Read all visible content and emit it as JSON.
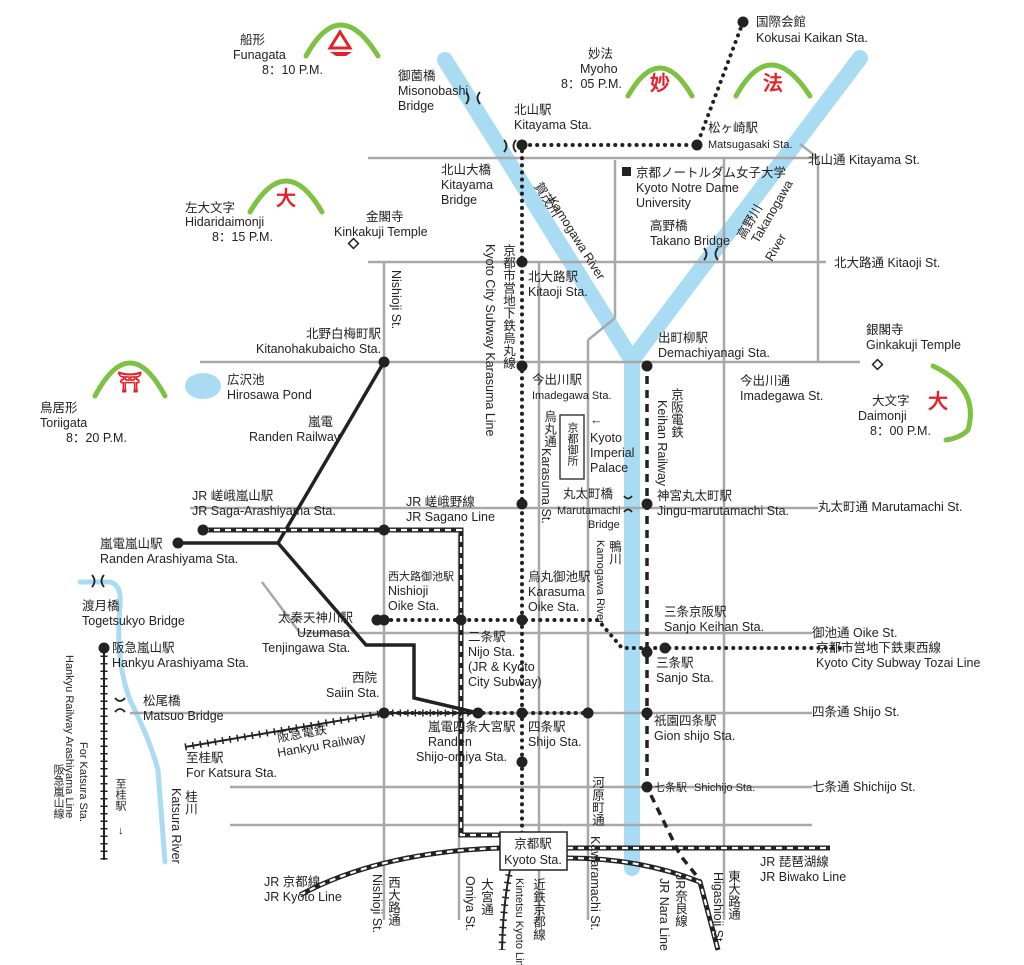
{
  "colors": {
    "river": "#a9dcf2",
    "street": "#a8a8a8",
    "bonfire_hill": "#7dc242",
    "bonfire_char": "#e8202a",
    "rail": "#222222",
    "station": "#222222"
  },
  "bonfires": {
    "funagata": {
      "ja": "船形",
      "en": "Funagata",
      "time": "8：10 P.M.",
      "icon": "boat-shape-icon"
    },
    "myoho": {
      "ja": "妙法",
      "en": "Myoho",
      "time": "8：05 P.M.",
      "char1": "妙",
      "char2": "法"
    },
    "hidaridaimonji": {
      "ja": "左大文字",
      "en": "Hidaridaimonji",
      "time": "8：15 P.M.",
      "char": "大"
    },
    "toriigata": {
      "ja": "鳥居形",
      "en": "Toriigata",
      "time": "8：20 P.M.",
      "char": "⛩"
    },
    "daimonji": {
      "ja": "大文字",
      "en": "Daimonji",
      "time": "8：00 P.M.",
      "char": "大"
    }
  },
  "landmarks": {
    "kinkakuji": {
      "ja": "金閣寺",
      "en": "Kinkakuji Temple"
    },
    "ginkakuji": {
      "ja": "銀閣寺",
      "en": "Ginkakuji Temple"
    },
    "notre_dame": {
      "ja": "京都ノートルダム女子大学",
      "en1": "Kyoto Notre Dame",
      "en2": "University"
    },
    "hirosawa": {
      "ja": "広沢池",
      "en": "Hirosawa Pond"
    },
    "palace": {
      "ja": "京都御所",
      "en1": "Kyoto",
      "en2": "Imperial",
      "en3": "Palace"
    }
  },
  "bridges": {
    "misonobashi": {
      "ja": "御薗橋",
      "en1": "Misonobashi",
      "en2": "Bridge"
    },
    "kitayama": {
      "ja": "北山大橋",
      "en1": "Kitayama",
      "en2": "Bridge"
    },
    "takano": {
      "ja": "高野橋",
      "en": "Takano Bridge"
    },
    "marutamachi": {
      "ja": "丸太町橋",
      "en1": "Marutamachi",
      "en2": "Bridge"
    },
    "togetsukyo": {
      "ja": "渡月橋",
      "en": "Togetsukyo Bridge"
    },
    "matsuo": {
      "ja": "松尾橋",
      "en": "Matsuo Bridge"
    }
  },
  "rivers": {
    "kamogawa_upper": {
      "ja": "賀茂川",
      "en": "Kamogawa River"
    },
    "takanogawa": {
      "ja": "高野川",
      "en1": "Takanogawa",
      "en2": "River"
    },
    "kamogawa_lower": {
      "ja": "鴨川",
      "en": "Kamogawa River"
    },
    "katsura": {
      "ja": "桂川",
      "en": "Katsura River"
    }
  },
  "streets": {
    "kitayama": "北山通 Kitayama St.",
    "kitaoji": "北大路通 Kitaoji St.",
    "imadegawa_ja": "今出川通",
    "imadegawa_en": "Imadegawa St.",
    "marutamachi": "丸太町通 Marutamachi St.",
    "oike": "御池通 Oike St.",
    "shijo": "四条通 Shijo St.",
    "shichijo": "七条通 Shichijo St.",
    "nishioji_upper": "Nishioji St.",
    "nishioji_ja": "西大路通",
    "nishioji_en": "Nishioji St.",
    "omiya_ja": "大宮通",
    "omiya_en": "Omiya St.",
    "karasuma_ja": "烏丸通",
    "karasuma_en": "Karasuma St.",
    "kawaramachi_ja": "河原町通",
    "kawaramachi_en": "Kawaramachi St.",
    "higashioji_ja": "東大路通",
    "higashioji_en": "Higashioji St."
  },
  "lines": {
    "karasuma_ja": "京都市営地下鉄烏丸線",
    "karasuma_en": "Kyoto City Subway Karasuma Line",
    "tozai_ja": "京都市営地下鉄東西線",
    "tozai_en": "Kyoto City Subway Tozai Line",
    "keihan_ja": "京阪電鉄",
    "keihan_en": "Keihan Railway",
    "randen_ja": "嵐電",
    "randen_en": "Randen Railway",
    "sagano_ja": "JR 嵯峨野線",
    "sagano_en": "JR Sagano Line",
    "hankyu_ja": "阪急電鉄",
    "hankyu_en": "Hankyu Railway",
    "hankyu_arashiyama_ja": "阪急嵐山線",
    "hankyu_arashiyama_en": "Hankyu Railway Arashiyama Line",
    "for_katsura_ja": "至桂駅",
    "for_katsura_en": "For Katsura Sta.",
    "jr_kyoto_ja": "JR 京都線",
    "jr_kyoto_en": "JR Kyoto Line",
    "biwako_ja": "JR 琵琶湖線",
    "biwako_en": "JR Biwako Line",
    "nara_ja": "JR奈良線",
    "nara_en": "JR Nara Line",
    "kintetsu_ja": "近鉄京都線",
    "kintetsu_en": "Kintetsu Kyoto Line"
  },
  "stations": {
    "kokusai": {
      "ja": "国際会館",
      "en": "Kokusai Kaikan Sta."
    },
    "matsugasaki": {
      "ja": "松ヶ崎駅",
      "en": "Matsugasaki Sta."
    },
    "kitayama": {
      "ja": "北山駅",
      "en": "Kitayama Sta."
    },
    "kitaoji": {
      "ja": "北大路駅",
      "en": "Kitaoji Sta."
    },
    "imadegawa": {
      "ja": "今出川駅",
      "en": "Imadegawa Sta."
    },
    "demachiyanagi": {
      "ja": "出町柳駅",
      "en": "Demachiyanagi Sta."
    },
    "kitanohakubaicho": {
      "ja": "北野白梅町駅",
      "en": "Kitanohakubaicho Sta."
    },
    "jingu": {
      "ja": "神宮丸太町駅",
      "en": "Jingu-marutamachi Sta."
    },
    "saga": {
      "ja": "JR 嵯峨嵐山駅",
      "en": "JR Saga-Arashiyama Sta."
    },
    "randen_arashiyama": {
      "ja": "嵐電嵐山駅",
      "en": "Randen Arashiyama Sta."
    },
    "nishioji_oike": {
      "ja": "西大路御池駅",
      "en1": "Nishioji",
      "en2": "Oike Sta."
    },
    "karasuma_oike": {
      "ja": "烏丸御池駅",
      "en1": "Karasuma",
      "en2": "Oike Sta."
    },
    "uzumasa": {
      "ja": "太秦天神川駅",
      "en1": "Uzumasa",
      "en2": "Tenjingawa Sta."
    },
    "nijo": {
      "ja": "二条駅",
      "en1": "Nijo Sta.",
      "en2": "(JR & Kyoto",
      "en3": "City Subway)"
    },
    "sanjo_keihan": {
      "ja": "三条京阪駅",
      "en": "Sanjo Keihan Sta."
    },
    "sanjo": {
      "ja": "三条駅",
      "en": "Sanjo Sta."
    },
    "hankyu_arashiyama": {
      "ja": "阪急嵐山駅",
      "en": "Hankyu Arashiyama Sta."
    },
    "saiin": {
      "ja": "西院",
      "en": "Saiin Sta."
    },
    "shijo_omiya": {
      "ja": "嵐電四条大宮駅",
      "en1": "Randen",
      "en2": "Shijo-omiya Sta."
    },
    "shijo": {
      "ja": "四条駅",
      "en": "Shijo Sta."
    },
    "gion_shijo": {
      "ja": "祇園四条駅",
      "en": "Gion shijo Sta."
    },
    "katsura": {
      "ja": "至桂駅",
      "en": "For Katsura Sta."
    },
    "shichijo": {
      "ja": "七条駅",
      "en": "Shichijo Sta."
    },
    "kyoto": {
      "ja": "京都駅",
      "en": "Kyoto Sta."
    }
  }
}
